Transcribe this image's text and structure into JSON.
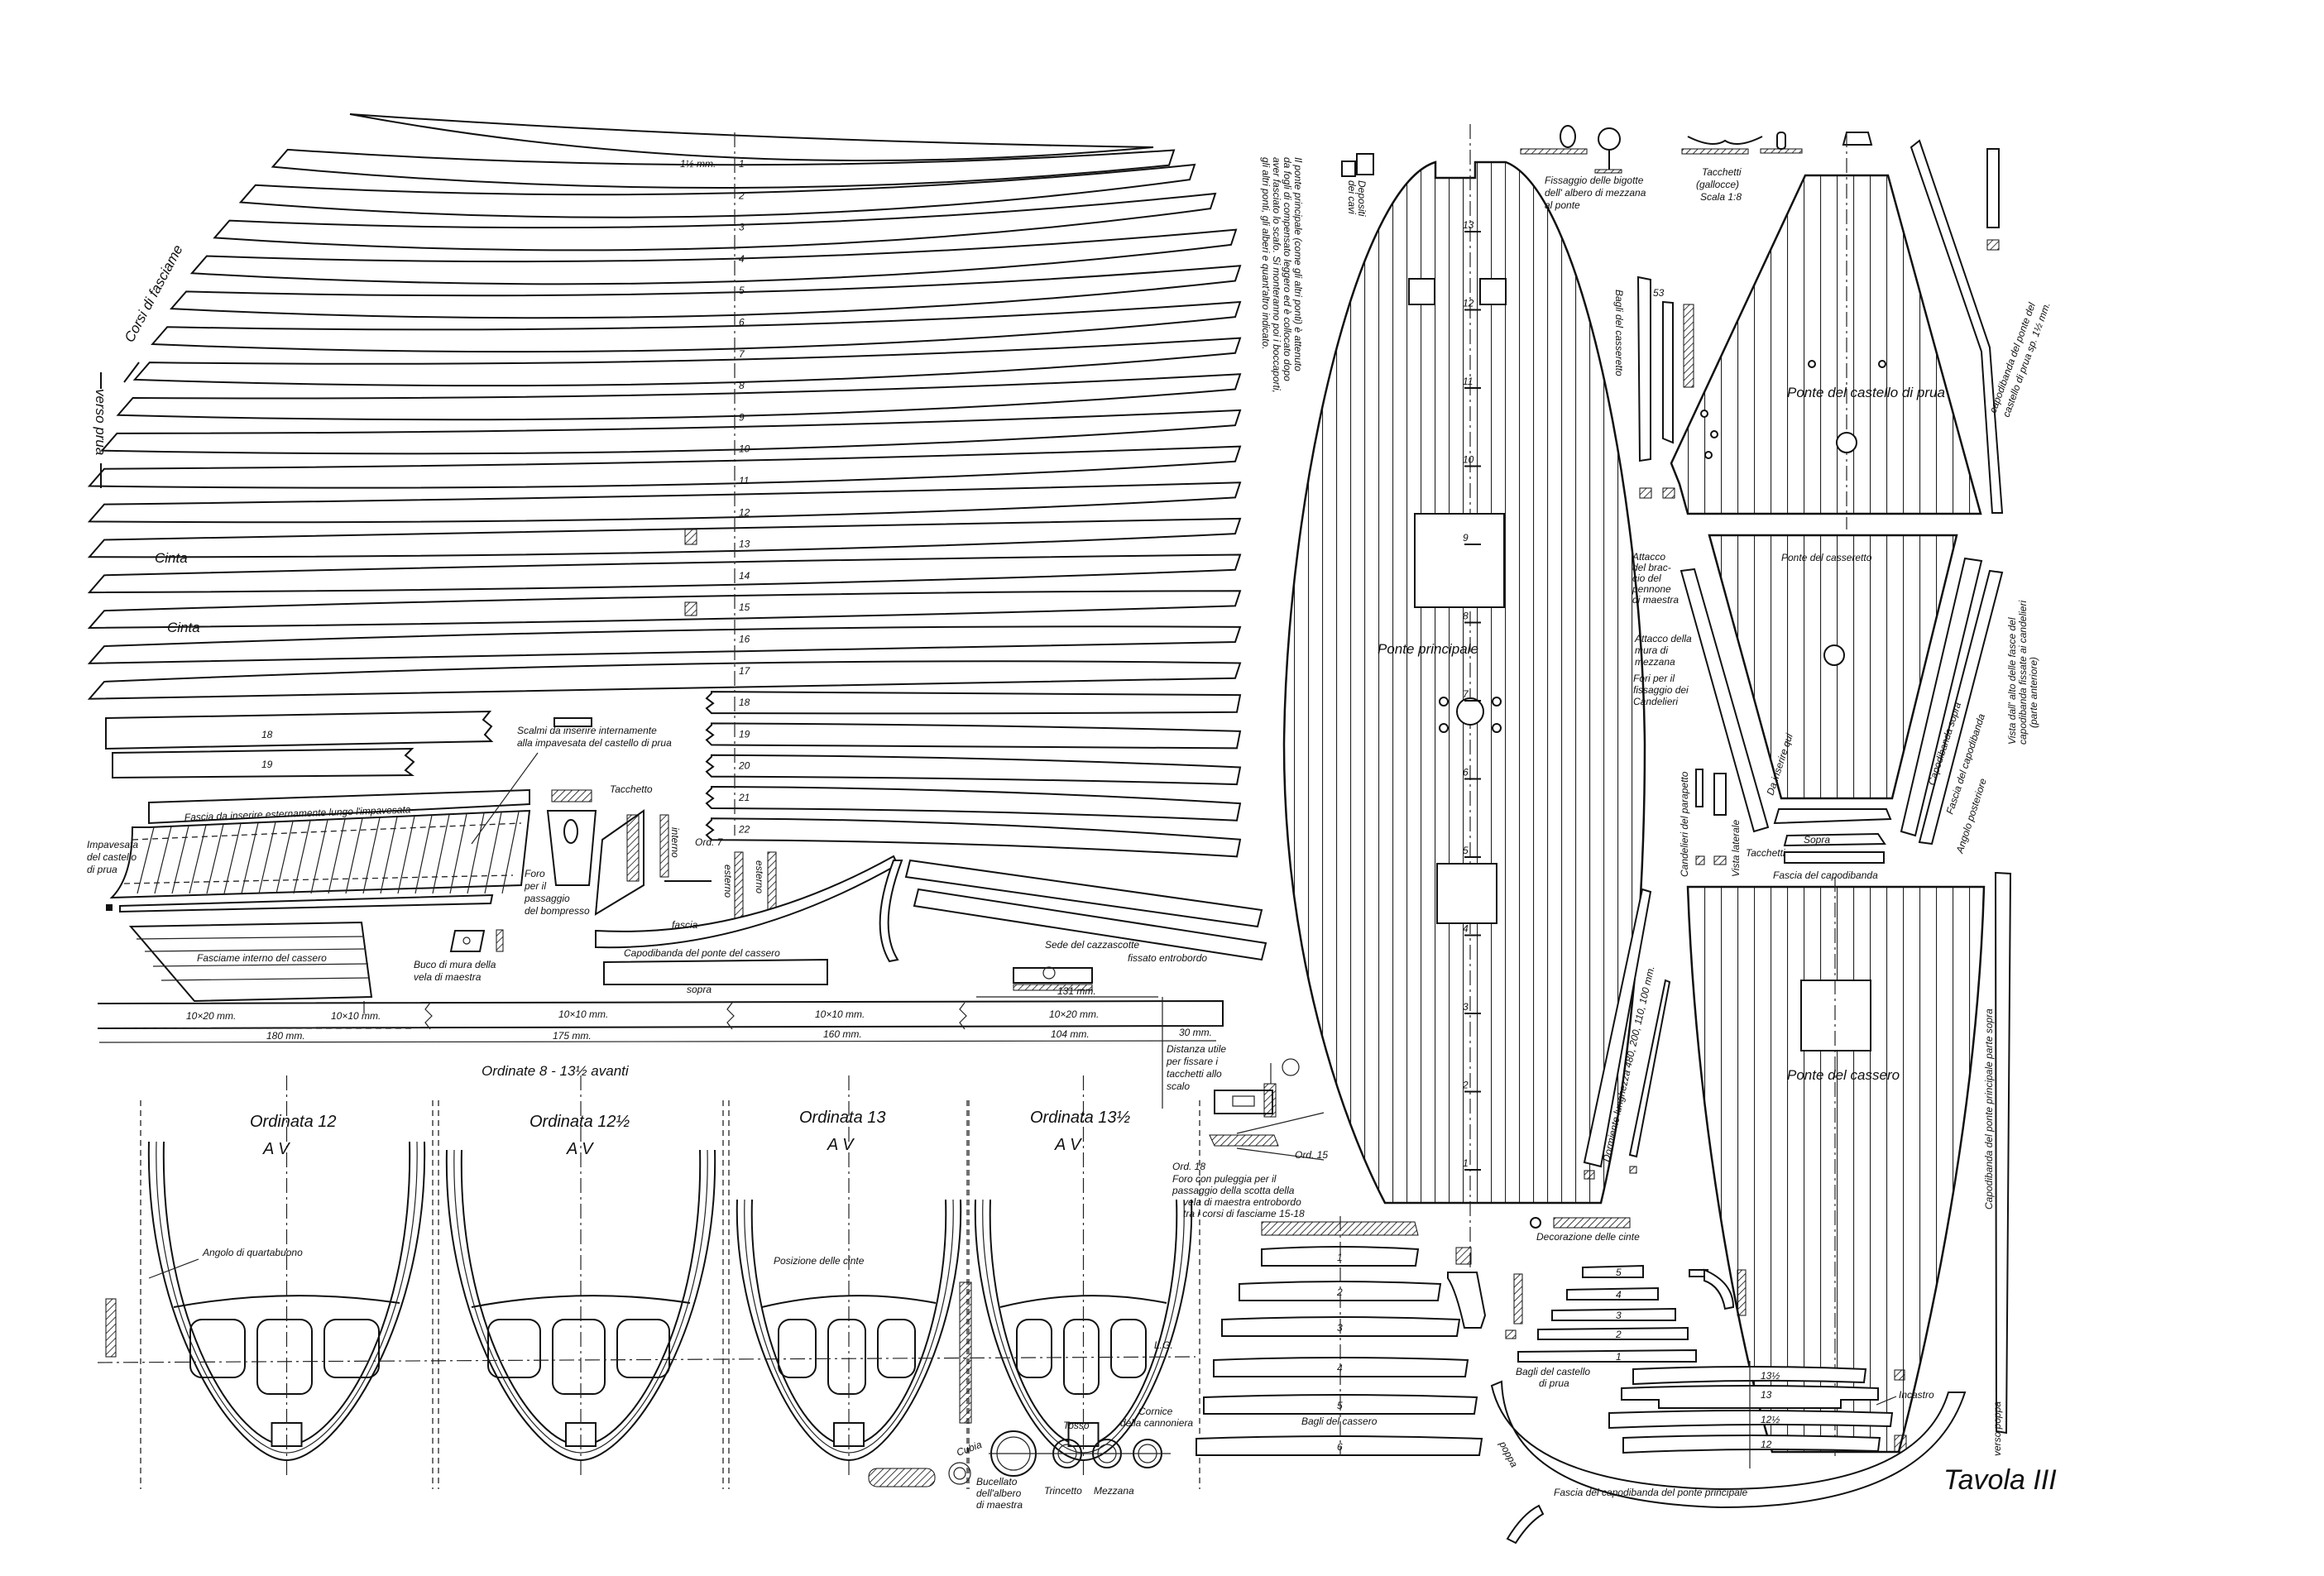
{
  "sheet": {
    "title": "Tavola III"
  },
  "planking": {
    "heading": "Corsi di fasciame",
    "direction": "verso prua",
    "strake_numbers": [
      "1",
      "2",
      "3",
      "4",
      "5",
      "6",
      "7",
      "8",
      "9",
      "10",
      "11",
      "12",
      "13",
      "14",
      "15",
      "16",
      "17",
      "18",
      "19",
      "20",
      "21",
      "22"
    ],
    "left_numbers": [
      "18",
      "19"
    ],
    "thickness": "1½ mm.",
    "cinta": [
      "Cinta",
      "Cinta"
    ]
  },
  "bulwark": {
    "scalmi": [
      "Scalmi da inserire internamente",
      "alla impavesata del castello di prua"
    ],
    "fascia": "Fascia da inserire esternamente lungo l'impavesata",
    "impavesata": [
      "Impavesata",
      "del castello",
      "di prua"
    ],
    "tacchetto": "Tacchetto",
    "foro": [
      "Foro",
      "per il",
      "passaggio",
      "del bompresso"
    ],
    "interno": "interno",
    "esterno": [
      "esterno",
      "esterno"
    ],
    "ord7": "Ord. 7",
    "fascia_label": "fascia",
    "capodibanda_cassero": "Capodibanda del ponte del cassero",
    "sopra": "sopra",
    "fasciame_interno": "Fasciame interno del cassero",
    "buco": [
      "Buco di mura della",
      "vela di maestra"
    ]
  },
  "rail": {
    "sede": "Sede del cazzascotte",
    "fissato": "fissato entrobordo",
    "segments": [
      "10×20 mm.",
      "10×10 mm.",
      "10×10 mm.",
      "10×10 mm.",
      "10×20 mm."
    ],
    "lengths": [
      "180 mm.",
      "175 mm.",
      "160 mm.",
      "104 mm.",
      "30 mm."
    ],
    "top_length": "131 mm.",
    "distanza": [
      "Distanza utile",
      "per fissare i",
      "tacchetti allo",
      "scalo"
    ]
  },
  "frames": {
    "heading": "Ordinate 8 - 13½ avanti",
    "items": [
      {
        "name": "Ordinata 12",
        "av": "A V"
      },
      {
        "name": "Ordinata 12½",
        "av": "A V"
      },
      {
        "name": "Ordinata 13",
        "av": "A V"
      },
      {
        "name": "Ordinata 13½",
        "av": "A V"
      }
    ],
    "angolo": "Angolo di quartabuono",
    "posizione": "Posizione delle cinte",
    "lg": "L.G."
  },
  "fittings": {
    "ord18": "Ord. 18",
    "ord15": "Ord. 15",
    "foro_puleggia": [
      "Foro con puleggia per il",
      "passaggio della scotta della",
      "vela di maestra entrobordo",
      "tra i corsi di fasciame 15-18"
    ],
    "cubia": "Cubia",
    "bucellato": [
      "Bucellato",
      "dell'albero",
      "di maestra"
    ],
    "tosso": "Tosso",
    "trincetto": "Trincetto",
    "mezzana": "Mezzana",
    "cornice": [
      "Cornice",
      "della cannoniera"
    ]
  },
  "main_deck": {
    "label": "Ponte principale",
    "note": [
      "Il ponte principale (come gli altri ponti) è attenuto",
      "da fogli di compensato leggero ed è collocato dopo",
      "aver fasciato lo scafo. Si monteranno poi i boccaporti,",
      "gli altri ponti, gli alberi e quant'altro indicato."
    ],
    "depositi": [
      "Depositi",
      "dei cavi"
    ],
    "stations": [
      "13",
      "12",
      "11",
      "10",
      "9",
      "8",
      "7",
      "6",
      "5",
      "4",
      "3",
      "2",
      "1"
    ]
  },
  "details": {
    "fissaggio": [
      "Fissaggio delle bigotte",
      "dell' albero di mezzana",
      "al ponte"
    ],
    "tacchetti": [
      "Tacchetti",
      "(gallocce)",
      "Scala 1:8"
    ]
  },
  "castello": {
    "label": "Ponte del castello di prua",
    "capodibanda": [
      "capodibanda del ponte del",
      "castello di prua sp. 1½ mm."
    ]
  },
  "casseretto_beams": {
    "label": "Bagli del casseretto",
    "number": "53"
  },
  "casseretto": {
    "label": "Ponte del casseretto",
    "attacco_braccio": [
      "Attacco",
      "del brac-",
      "cio del",
      "pennone",
      "di maestra"
    ],
    "attacco_mura": [
      "Attacco della",
      "mura di",
      "mezzana"
    ],
    "fori": [
      "Fori per il",
      "fissaggio dei",
      "Candelieri"
    ],
    "da_inserire": "Da inserire qui",
    "capodibanda_sopra": "Capodibanda sopra",
    "fascia": "Fascia del capodibanda",
    "angolo": "Angolo posteriore",
    "vista_alto": [
      "Vista dall' alto delle fasce del",
      "capodibanda fissate ai candelieri",
      "(parte anteriore)"
    ],
    "candelieri": "Candelieri del parapetto",
    "vista_laterale": "Vista laterale",
    "sopra": "Sopra",
    "tacchetti": "Tacchetti",
    "fascia_capodibanda": "Fascia del capodibanda"
  },
  "cassero": {
    "label": "Ponte del cassero",
    "capodibanda": "Capodibanda del ponte principale parte sopra",
    "dormiente": "Dormiente lunghezza 480, 200, 110, 100 mm.",
    "decorazione": "Decorazione delle cinte",
    "bagli_cassero": "Bagli del cassero",
    "bagli_cassero_numbers": [
      "1",
      "2",
      "3",
      "4",
      "5",
      "6"
    ],
    "bagli_castello": [
      "Bagli del castello",
      "di prua"
    ],
    "bagli_castello_numbers": [
      "5",
      "4",
      "3",
      "2",
      "1"
    ],
    "main_beams": [
      "13½",
      "13",
      "12½",
      "12"
    ],
    "incastro": "Incastro",
    "verso_poppa": "verso poppa",
    "poppa": "poppa",
    "fascia_principale": "Fascia del capodibanda del ponte principale"
  }
}
